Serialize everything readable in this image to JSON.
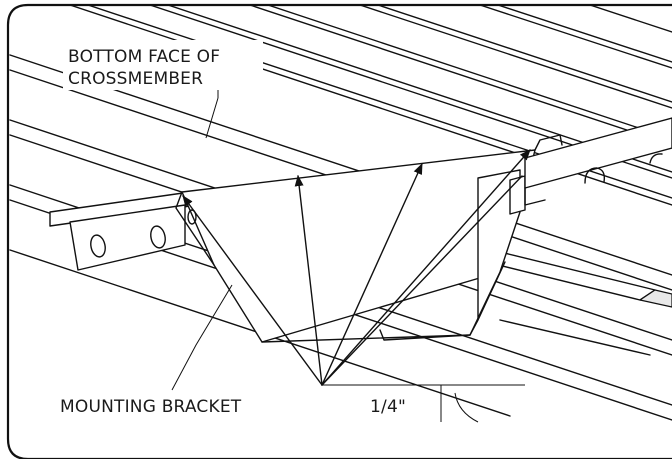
{
  "labels": {
    "crossmember": [
      "BOTTOM FACE OF",
      "CROSSMEMBER"
    ],
    "bracket": "MOUNTING BRACKET",
    "dimension": "1/4\""
  },
  "colors": {
    "ink": "#111111",
    "paper": "#ffffff"
  }
}
